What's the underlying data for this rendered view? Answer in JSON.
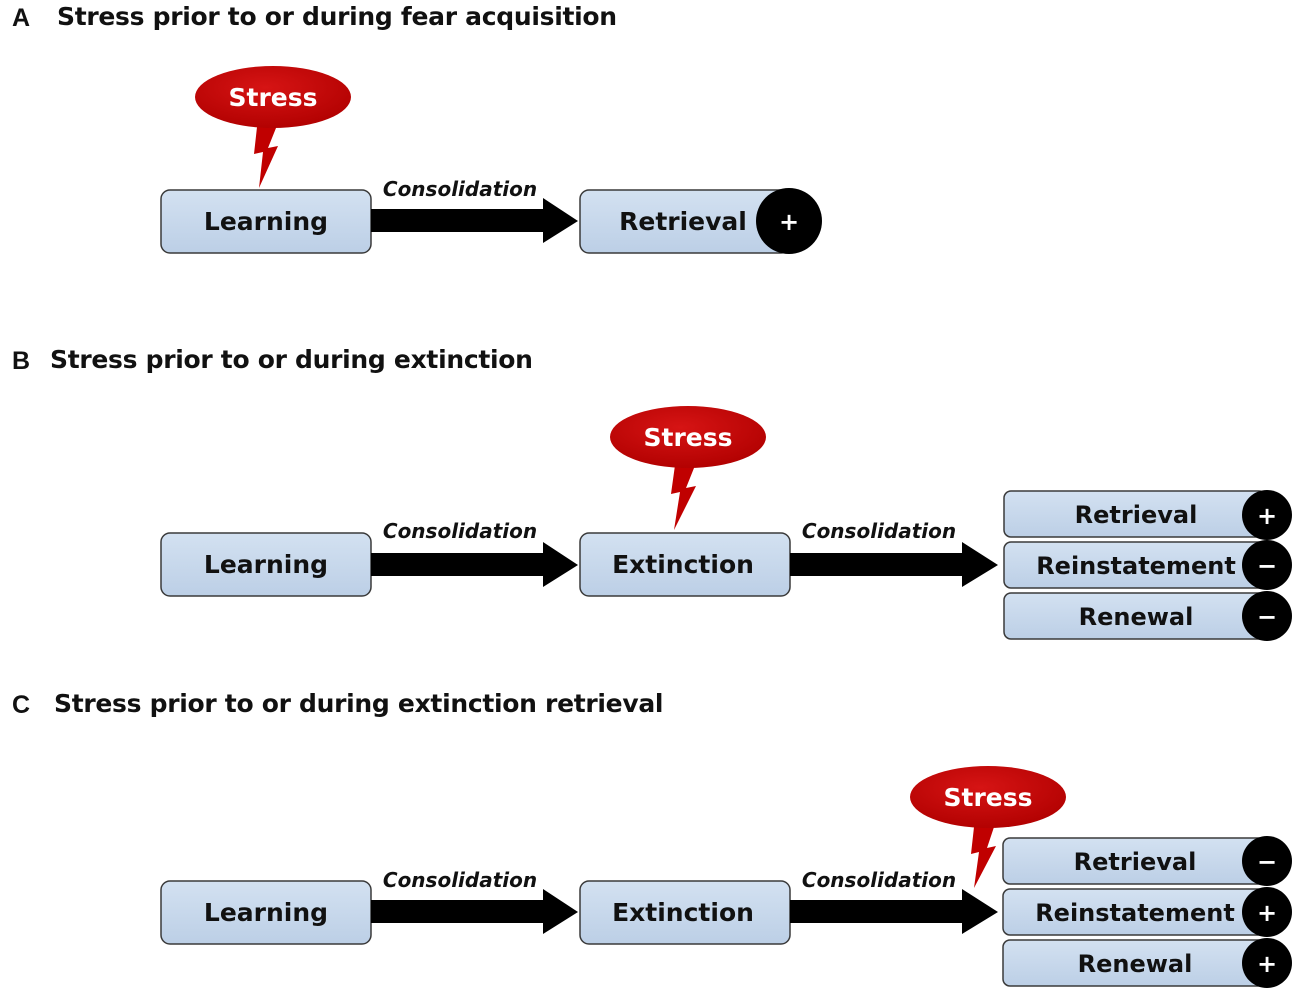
{
  "panels": {
    "A": {
      "letter": "A",
      "heading": "Stress prior to or during fear acquisition",
      "stress": "Stress",
      "learning": "Learning",
      "consolidation": "Consolidation",
      "retrieval": "Retrieval",
      "retrieval_sign": "+"
    },
    "B": {
      "letter": "B",
      "heading": "Stress prior to or during extinction",
      "stress": "Stress",
      "learning": "Learning",
      "consolidation1": "Consolidation",
      "extinction": "Extinction",
      "consolidation2": "Consolidation",
      "outcomes": [
        {
          "label": "Retrieval",
          "sign": "+"
        },
        {
          "label": "Reinstatement",
          "sign": "−"
        },
        {
          "label": "Renewal",
          "sign": "−"
        }
      ]
    },
    "C": {
      "letter": "C",
      "heading": "Stress prior to or during extinction retrieval",
      "stress": "Stress",
      "learning": "Learning",
      "consolidation1": "Consolidation",
      "extinction": "Extinction",
      "consolidation2": "Consolidation",
      "outcomes": [
        {
          "label": "Retrieval",
          "sign": "−"
        },
        {
          "label": "Reinstatement",
          "sign": "+"
        },
        {
          "label": "Renewal",
          "sign": "+"
        }
      ]
    }
  },
  "colors": {
    "box_fill": "#c6d7ec",
    "box_stroke": "#3a3a3a",
    "stress_fill": "#c00000",
    "arrow": "#000000",
    "sign_fill": "#000000"
  }
}
